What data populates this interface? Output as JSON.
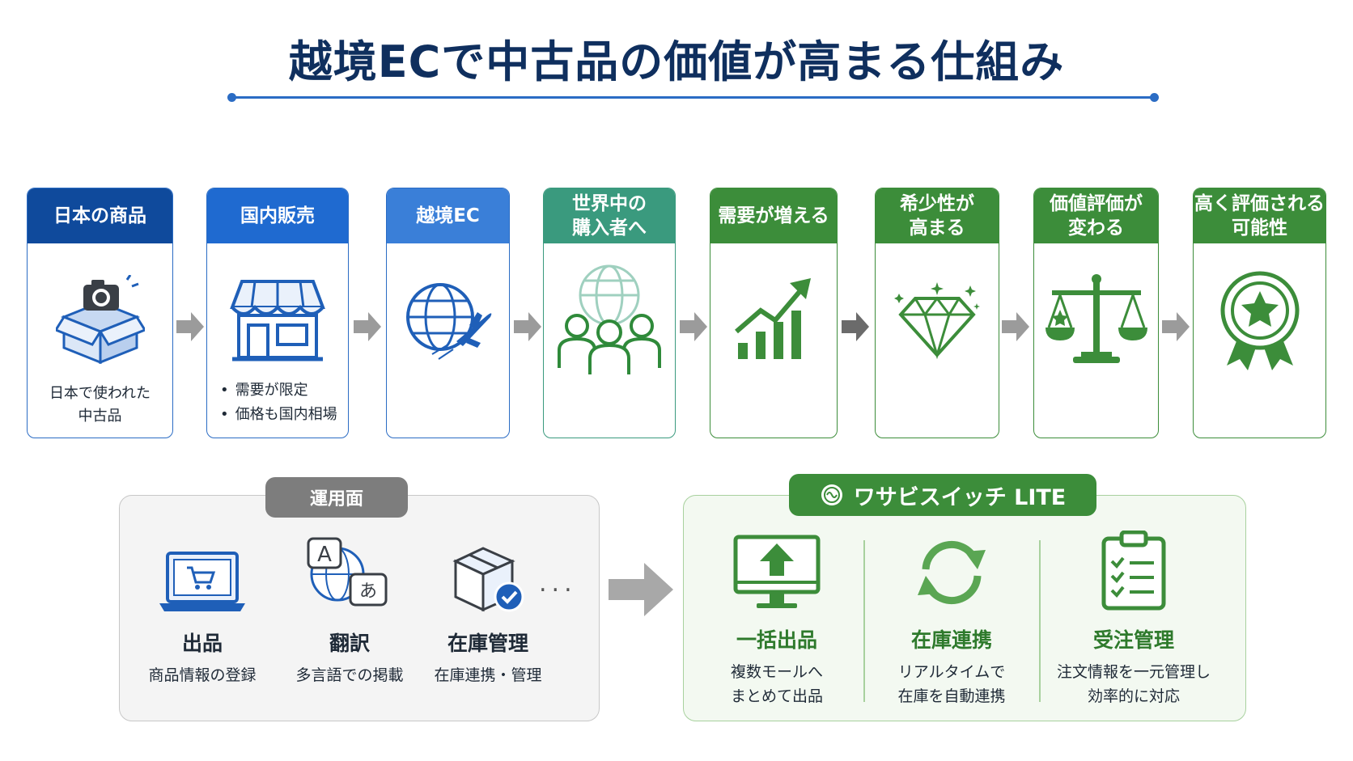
{
  "title": "越境ECで中古品の価値が高まる仕組み",
  "colors": {
    "blue_dark": "#0f4a9c",
    "blue": "#1f6ad0",
    "blue_light": "#3a7fd8",
    "teal": "#3a9a7e",
    "green": "#3c8d3a",
    "gray": "#7d7d7d"
  },
  "steps": [
    {
      "label": "日本の商品",
      "icon": "camera-box-icon",
      "desc": "日本で使われた\n中古品"
    },
    {
      "label": "国内販売",
      "icon": "store-icon",
      "desc_items": [
        "需要が限定",
        "価格も国内相場"
      ]
    },
    {
      "label": "越境EC",
      "icon": "globe-plane-icon"
    },
    {
      "label": "世界中の\n購入者へ",
      "icon": "global-people-icon"
    },
    {
      "label": "需要が増える",
      "icon": "growth-chart-icon"
    },
    {
      "label": "希少性が\n高まる",
      "icon": "diamond-icon"
    },
    {
      "label": "価値評価が\n変わる",
      "icon": "scale-icon"
    },
    {
      "label": "高く評価される\n可能性",
      "icon": "award-badge-icon"
    }
  ],
  "operations": {
    "tag": "運用面",
    "items": [
      {
        "title": "出品",
        "sub": "商品情報の登録",
        "icon": "laptop-cart-icon"
      },
      {
        "title": "翻訳",
        "sub": "多言語での掲載",
        "icon": "translate-icon"
      },
      {
        "title": "在庫管理",
        "sub": "在庫連携・管理",
        "icon": "box-check-icon"
      }
    ],
    "more": "..."
  },
  "solution": {
    "tag": "ワサビスイッチ LITE",
    "items": [
      {
        "title": "一括出品",
        "sub": "複数モールへ\nまとめて出品",
        "icon": "monitor-upload-icon"
      },
      {
        "title": "在庫連携",
        "sub": "リアルタイムで\n在庫を自動連携",
        "icon": "sync-icon"
      },
      {
        "title": "受注管理",
        "sub": "注文情報を一元管理し\n効率的に対応",
        "icon": "clipboard-check-icon"
      }
    ]
  }
}
